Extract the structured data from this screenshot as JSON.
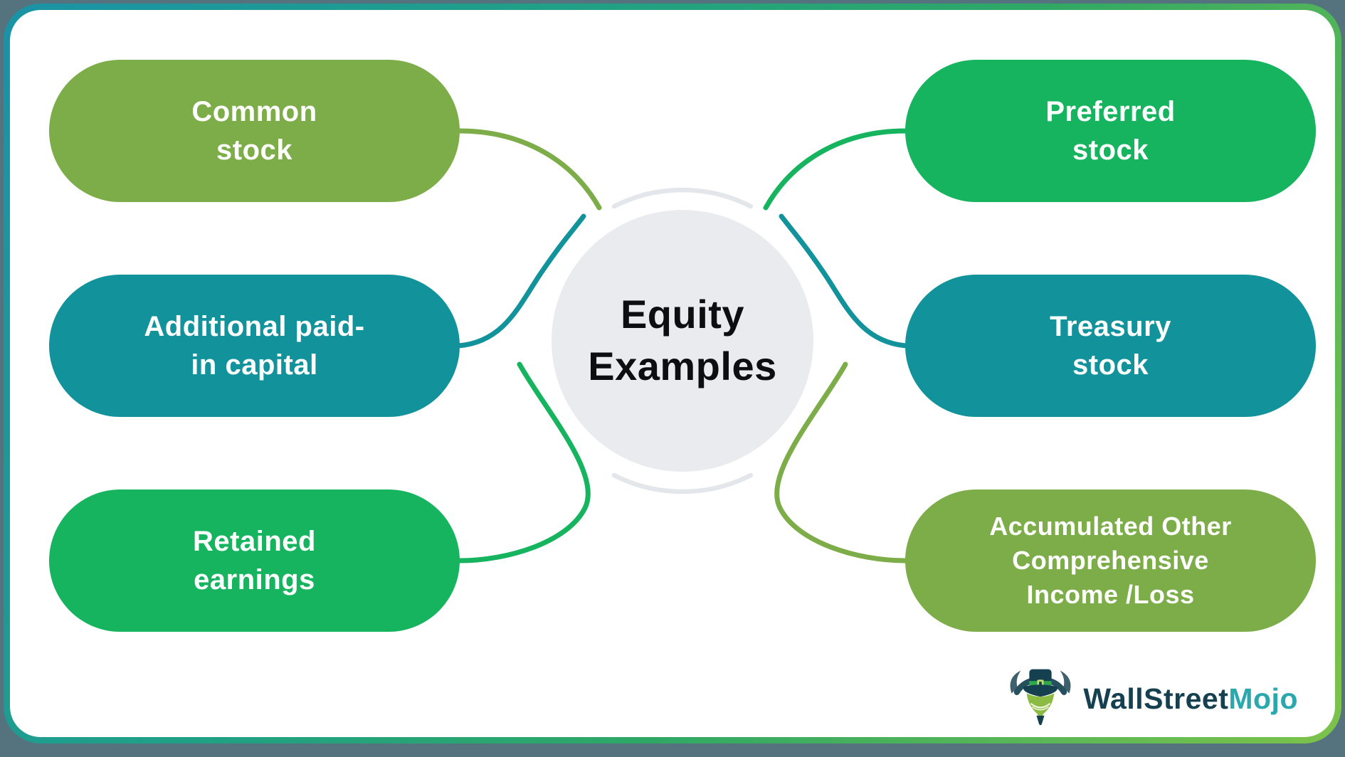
{
  "canvas": {
    "outside_background": "#55737e",
    "card_background": "#ffffff",
    "border_gradient": [
      "#1a93a6",
      "#2fa865",
      "#7cc34a"
    ]
  },
  "center": {
    "title": "Equity Examples",
    "lines": [
      "Equity",
      "Examples"
    ],
    "circle_fill": "#e9ebee",
    "text_color": "#0d0e10"
  },
  "decorations": {
    "ring_color": "#e3e6ea"
  },
  "pills": [
    {
      "label": "Common stock",
      "lines": [
        "Common",
        "stock"
      ],
      "bg": "#7dad49",
      "text_color": "#ffffff",
      "side": "left",
      "row": 0
    },
    {
      "label": "Additional paid-in capital",
      "lines": [
        "Additional paid-",
        "in capital"
      ],
      "bg": "#12939c",
      "text_color": "#ffffff",
      "side": "left",
      "row": 1
    },
    {
      "label": "Retained earnings",
      "lines": [
        "Retained",
        "earnings"
      ],
      "bg": "#16b45f",
      "text_color": "#ffffff",
      "side": "left",
      "row": 2
    },
    {
      "label": "Preferred stock",
      "lines": [
        "Preferred",
        "stock"
      ],
      "bg": "#16b45f",
      "text_color": "#ffffff",
      "side": "right",
      "row": 0
    },
    {
      "label": "Treasury stock",
      "lines": [
        "Treasury",
        "stock"
      ],
      "bg": "#12939c",
      "text_color": "#ffffff",
      "side": "right",
      "row": 1
    },
    {
      "label": "Accumulated Other Comprehensive Income /Loss",
      "lines": [
        "Accumulated Other",
        "Comprehensive",
        "Income /Loss"
      ],
      "bg": "#7dad49",
      "text_color": "#ffffff",
      "side": "right",
      "row": 2
    }
  ],
  "logo": {
    "icon": "bull-top-hat-mascot",
    "brand_first": "WallStreet",
    "brand_second": "Mojo",
    "brand_first_color": "#15404f",
    "brand_second_color": "#29a9ad",
    "mascot_colors": {
      "hat": "#15404f",
      "band": "#2fa84f",
      "buckle": "#bde06c",
      "face": "#8cbb44",
      "horns": "#3f616d"
    }
  }
}
